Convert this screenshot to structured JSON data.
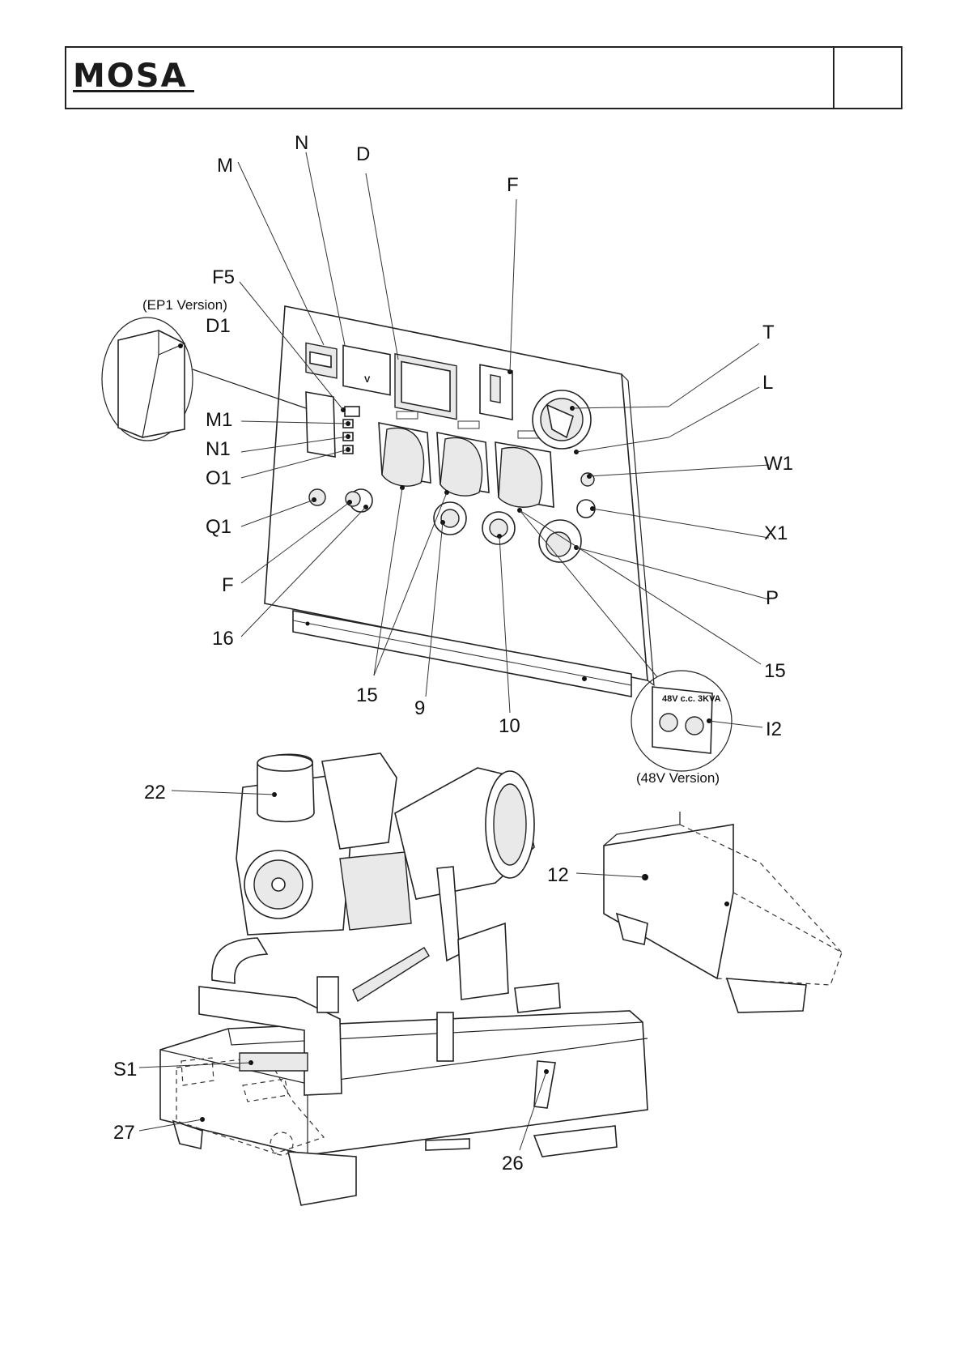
{
  "header": {
    "logo_text": "MOSA"
  },
  "callouts": {
    "M": "M",
    "N": "N",
    "D": "D",
    "F_top": "F",
    "F5": "F5",
    "D1": "D1",
    "T": "T",
    "L": "L",
    "M1": "M1",
    "N1": "N1",
    "O1": "O1",
    "W1": "W1",
    "Q1": "Q1",
    "X1": "X1",
    "F_bottom": "F",
    "P": "P",
    "n16": "16",
    "n15_left": "15",
    "n9": "9",
    "n10": "10",
    "n15_right": "15",
    "I2": "I2",
    "n22": "22",
    "n12": "12",
    "S1": "S1",
    "n27": "27",
    "n26": "26"
  },
  "notes": {
    "ep1_version": "(EP1 Version)",
    "v48_version": "(48V Version)"
  },
  "panel_text": {
    "voltmeter": "V",
    "plate_48v": "48V c.c. 3KVA"
  },
  "icons": {
    "engine": "engine-generator-icon",
    "panel": "control-panel-icon"
  }
}
